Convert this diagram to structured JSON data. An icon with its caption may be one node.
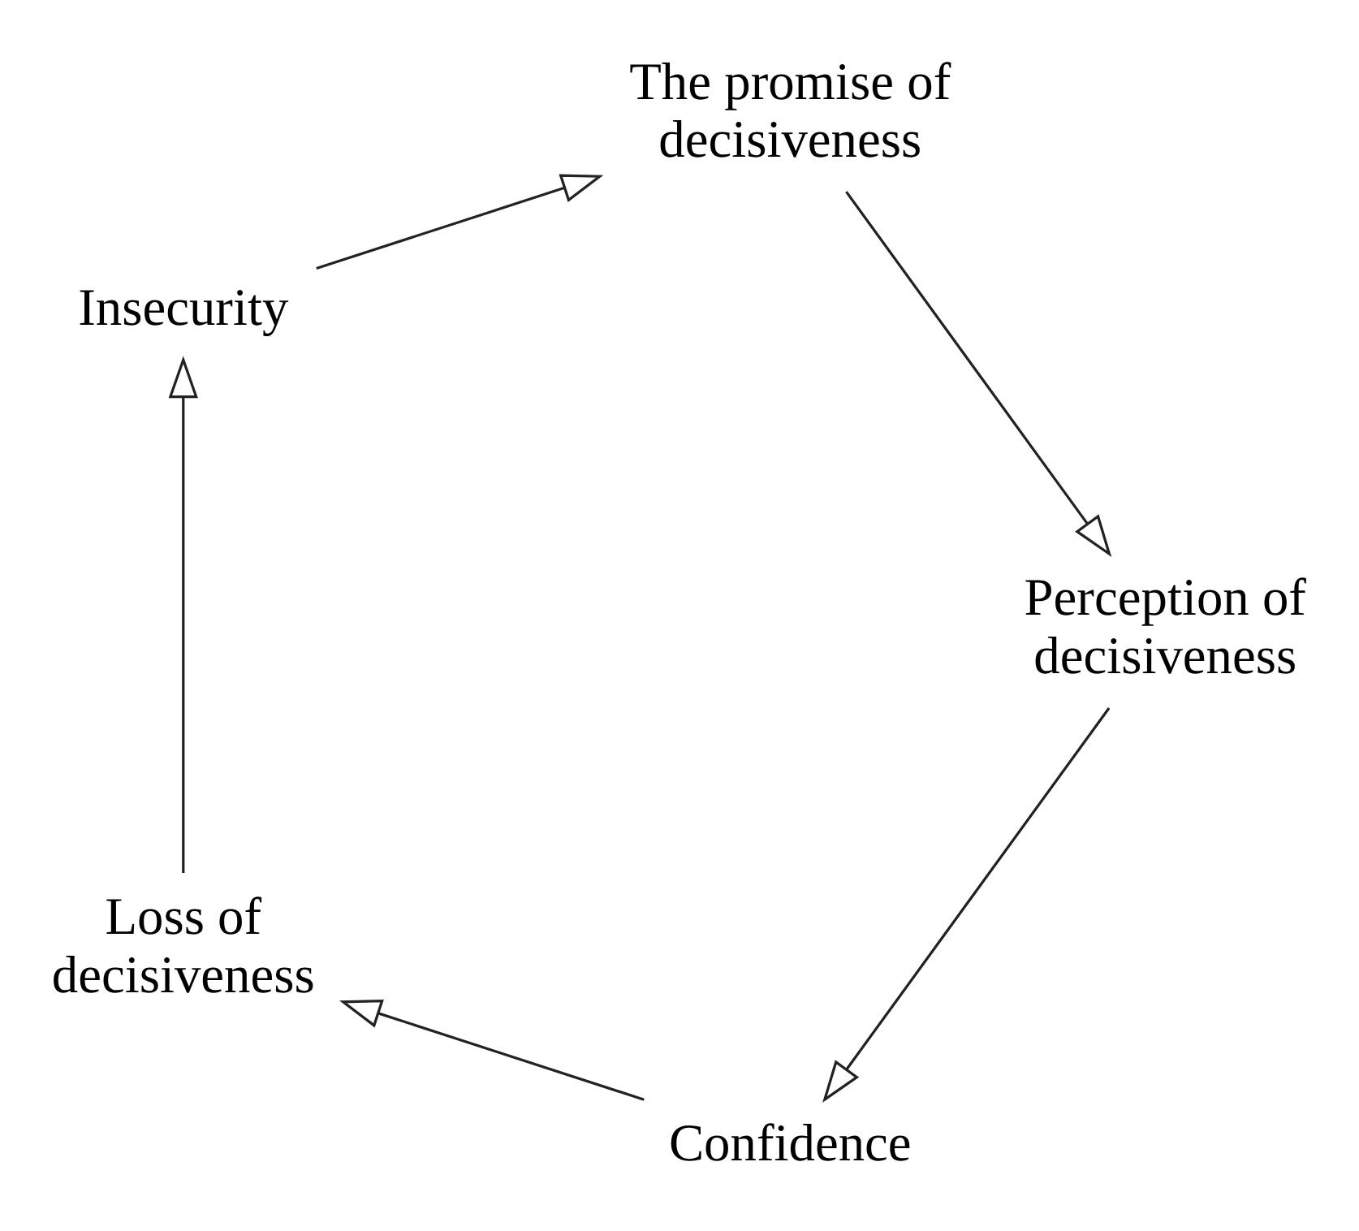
{
  "diagram": {
    "nodes": [
      {
        "text": [
          "Loss of decisiveness"
        ]
      },
      {
        "text": [
          "Insecurity"
        ]
      },
      {
        "text": [
          "The promise of decisiveness"
        ]
      },
      {
        "text": [
          "Perception of decisiveness"
        ]
      },
      {
        "text": [
          "Confidence"
        ]
      }
    ],
    "edges": [
      {
        "from": 0,
        "to": 1,
        "arrow": "to"
      },
      {
        "from": 1,
        "to": 2,
        "arrow": "to"
      },
      {
        "from": 2,
        "to": 3,
        "arrow": "to"
      },
      {
        "from": 3,
        "to": 4,
        "arrow": "to"
      },
      {
        "from": 4,
        "to": 0,
        "arrow": "to"
      }
    ]
  }
}
